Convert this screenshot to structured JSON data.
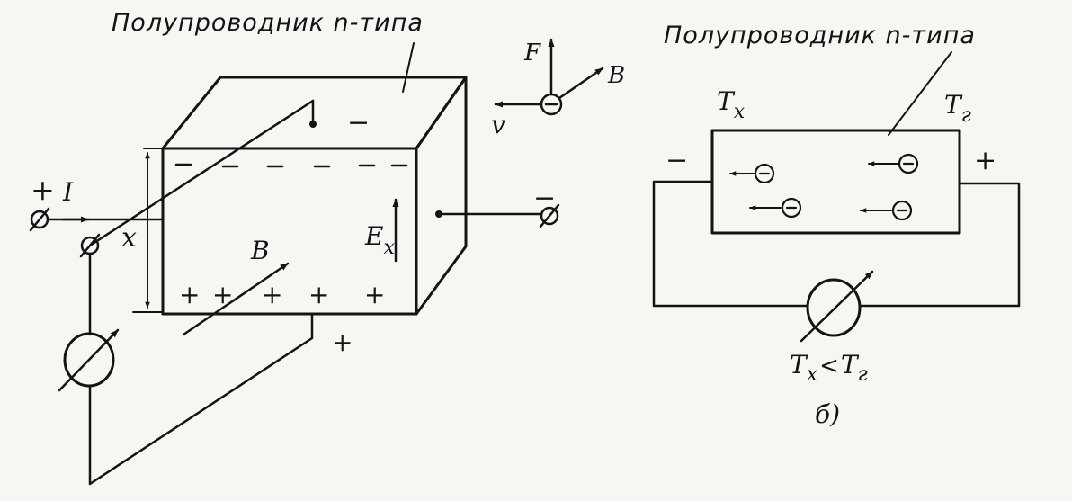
{
  "labels": {
    "caption_left": "Полупроводник n-типа",
    "caption_right": "Полупроводник n-типа",
    "current": "I",
    "plus": "+",
    "minus": "−",
    "charge_minus": "−",
    "field": "E",
    "field_sub": "x",
    "distance": "x",
    "magnetic": "B",
    "force": "F",
    "velocity": "v",
    "electron": "⊖",
    "temp_cold": "T",
    "temp_cold_sub": "x",
    "temp_hot": "T",
    "temp_hot_sub": "г",
    "ineq_t1": "T",
    "ineq_s1": "x",
    "ineq_op": "<",
    "ineq_t2": "T",
    "ineq_s2": "г",
    "part_b": "б)"
  }
}
